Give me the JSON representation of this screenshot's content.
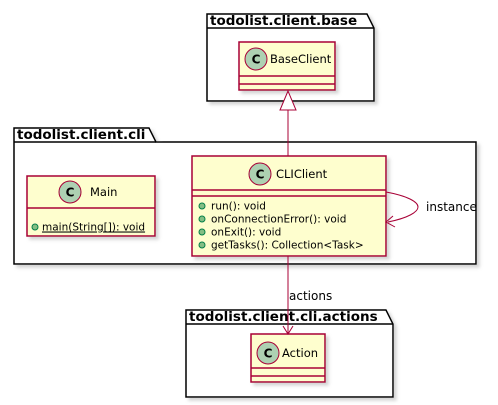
{
  "packages": {
    "base": {
      "title": "todolist.client.base"
    },
    "cli": {
      "title": "todolist.client.cli"
    },
    "actions": {
      "title": "todolist.client.cli.actions"
    }
  },
  "classes": {
    "base_client": {
      "stereotype_icon": "C",
      "name": "BaseClient",
      "members": []
    },
    "main": {
      "stereotype_icon": "C",
      "name": "Main",
      "members": [
        {
          "visibility": "public",
          "text": "main(String[]): void",
          "static": true
        }
      ]
    },
    "cli_client": {
      "stereotype_icon": "C",
      "name": "CLIClient",
      "members": [
        {
          "visibility": "public",
          "text": "run(): void"
        },
        {
          "visibility": "public",
          "text": "onConnectionError(): void"
        },
        {
          "visibility": "public",
          "text": "onExit(): void"
        },
        {
          "visibility": "public",
          "text": "getTasks(): Collection<Task>"
        }
      ]
    },
    "action": {
      "stereotype_icon": "C",
      "name": "Action",
      "members": []
    }
  },
  "relations": {
    "inheritance": {
      "from": "CLIClient",
      "to": "BaseClient",
      "label": ""
    },
    "self_assoc": {
      "label": "instance"
    },
    "actions_assoc": {
      "label": "actions"
    }
  },
  "colors": {
    "class_fill": "#FEFECE",
    "class_border": "#A80036",
    "circle_fill": "#ADD1B2",
    "package_border": "#000000",
    "visibility_public": "#84BE84"
  }
}
